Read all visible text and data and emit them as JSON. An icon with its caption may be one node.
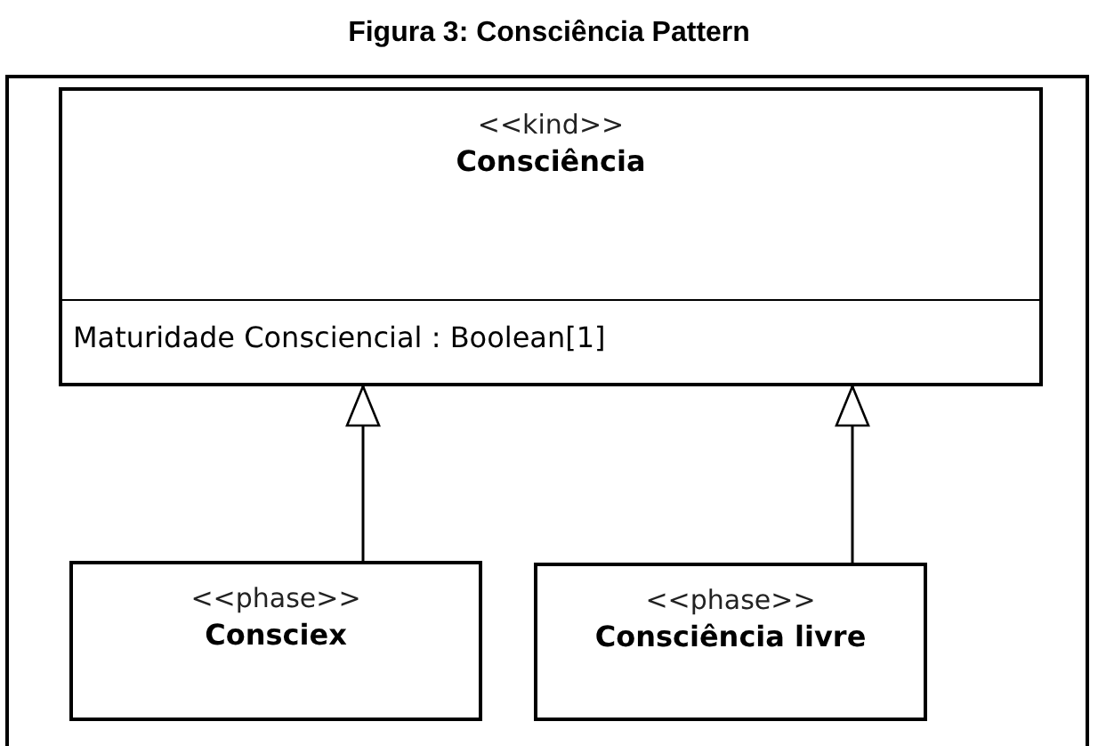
{
  "diagram": {
    "title": "Figura 3: Consciência Pattern",
    "nodes": [
      {
        "text": [
          "<<kind>>",
          "Consciência",
          "Maturidade Consciencial : Boolean[1]"
        ]
      },
      {
        "text": [
          "<<phase>>",
          "Consciex"
        ]
      },
      {
        "text": [
          "<<phase>>",
          "Consciência livre"
        ]
      }
    ],
    "edges": [
      {
        "from": 1,
        "to": 0,
        "arrow": "to"
      },
      {
        "from": 2,
        "to": 0,
        "arrow": "to"
      }
    ]
  }
}
